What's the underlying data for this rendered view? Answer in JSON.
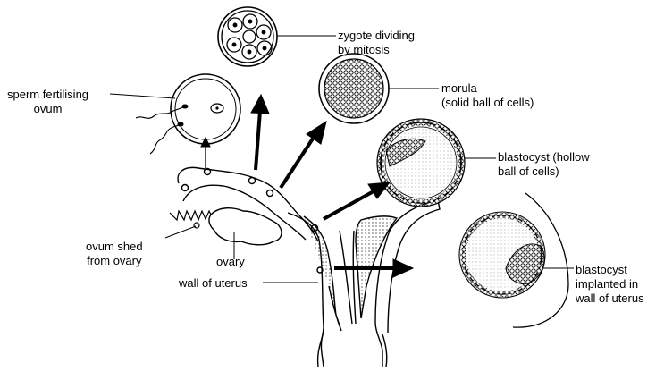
{
  "labels": {
    "zygote": [
      "zygote dividing",
      "by mitosis"
    ],
    "sperm": [
      "sperm fertilising",
      "ovum"
    ],
    "morula": [
      "morula",
      "(solid ball of cells)"
    ],
    "blastocyst": [
      "blastocyst (hollow",
      "ball of cells)"
    ],
    "ovum_shed": [
      "ovum shed",
      "from ovary"
    ],
    "ovary": [
      "ovary"
    ],
    "wall": [
      "wall of uterus"
    ],
    "implanted": [
      "blastocyst",
      "implanted in",
      "wall of uterus"
    ]
  }
}
